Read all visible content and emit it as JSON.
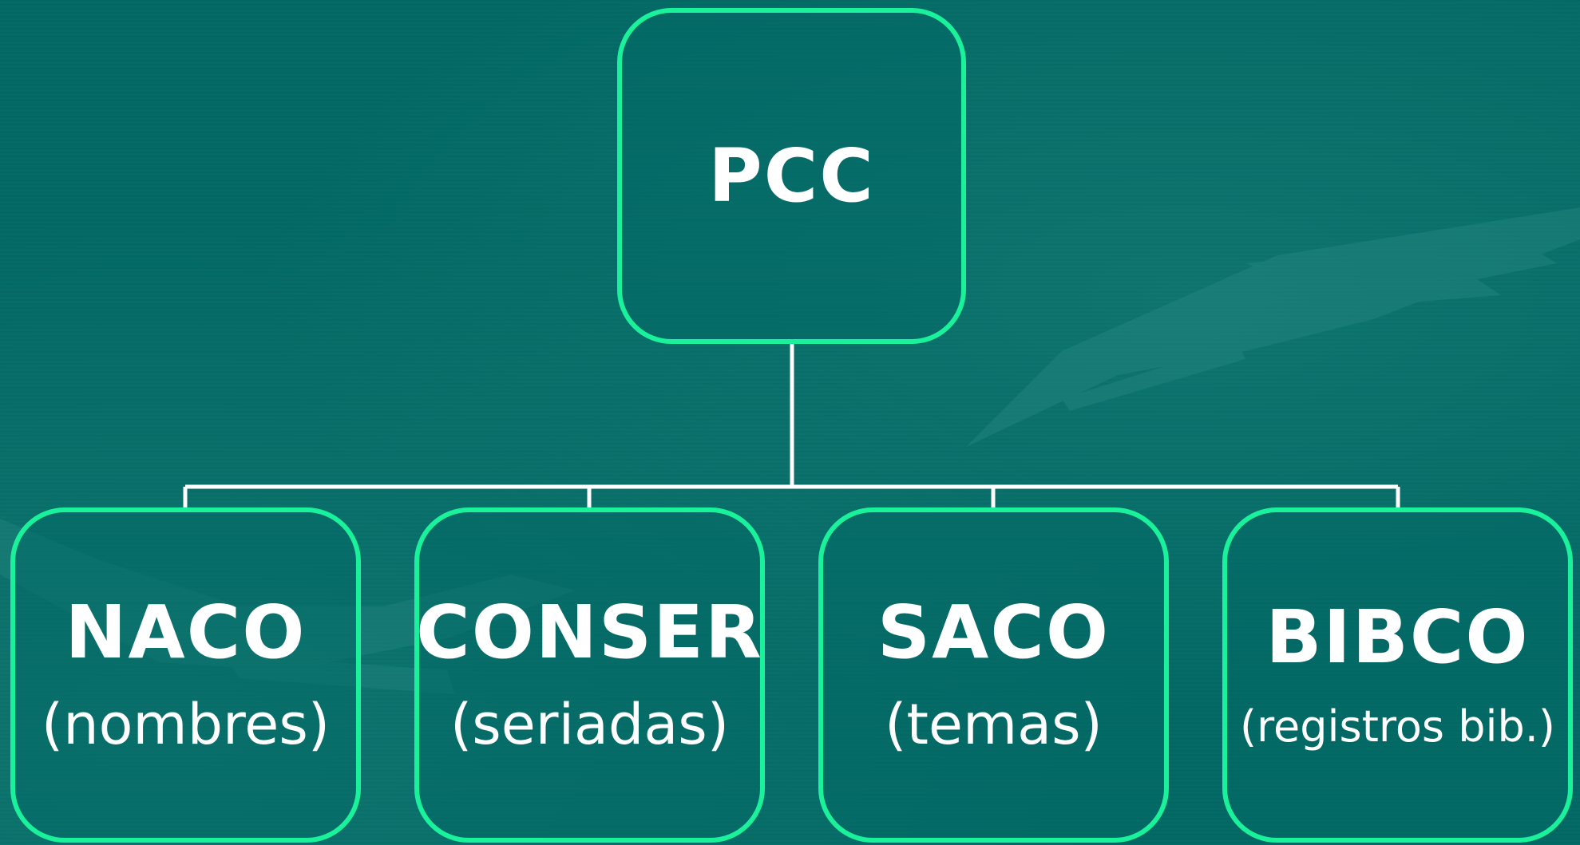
{
  "diagram": {
    "colors": {
      "background": "#036a66",
      "node_border": "#19f29a",
      "connector": "#ffffff",
      "text": "#ffffff"
    },
    "root": {
      "title": "PCC"
    },
    "children": [
      {
        "title": "NACO",
        "subtitle": "(nombres)"
      },
      {
        "title": "CONSER",
        "subtitle": "(seriadas)"
      },
      {
        "title": "SACO",
        "subtitle": "(temas)"
      },
      {
        "title": "BIBCO",
        "subtitle": "(registros bib.)"
      }
    ]
  }
}
